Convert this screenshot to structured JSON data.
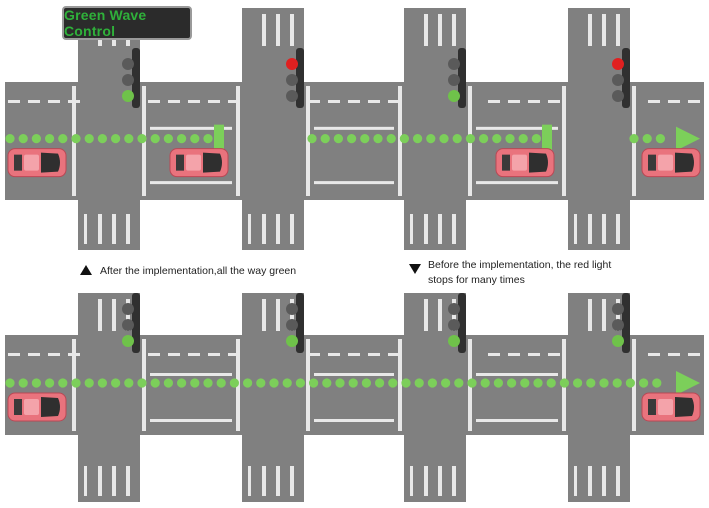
{
  "header": {
    "title": "Green Wave Control"
  },
  "captions": {
    "after": "After the implementation,all the way green",
    "before_line1": "Before the implementation,   the red light",
    "before_line2": "stops for many times"
  },
  "colors": {
    "road": "#808080",
    "road_dark": "#6f6f6f",
    "lane_line": "#e8e8e8",
    "wave": "#7ccf5a",
    "car": "#e9737d",
    "signal_green": "#6fc24a",
    "signal_red": "#e02020",
    "signal_off": "#5a5a5a"
  },
  "panels": [
    {
      "id": "before",
      "signals": [
        "green",
        "red",
        "green",
        "red"
      ],
      "wave_stops": 3
    },
    {
      "id": "after",
      "signals": [
        "green",
        "green",
        "green",
        "green"
      ],
      "wave_stops": 0
    }
  ]
}
